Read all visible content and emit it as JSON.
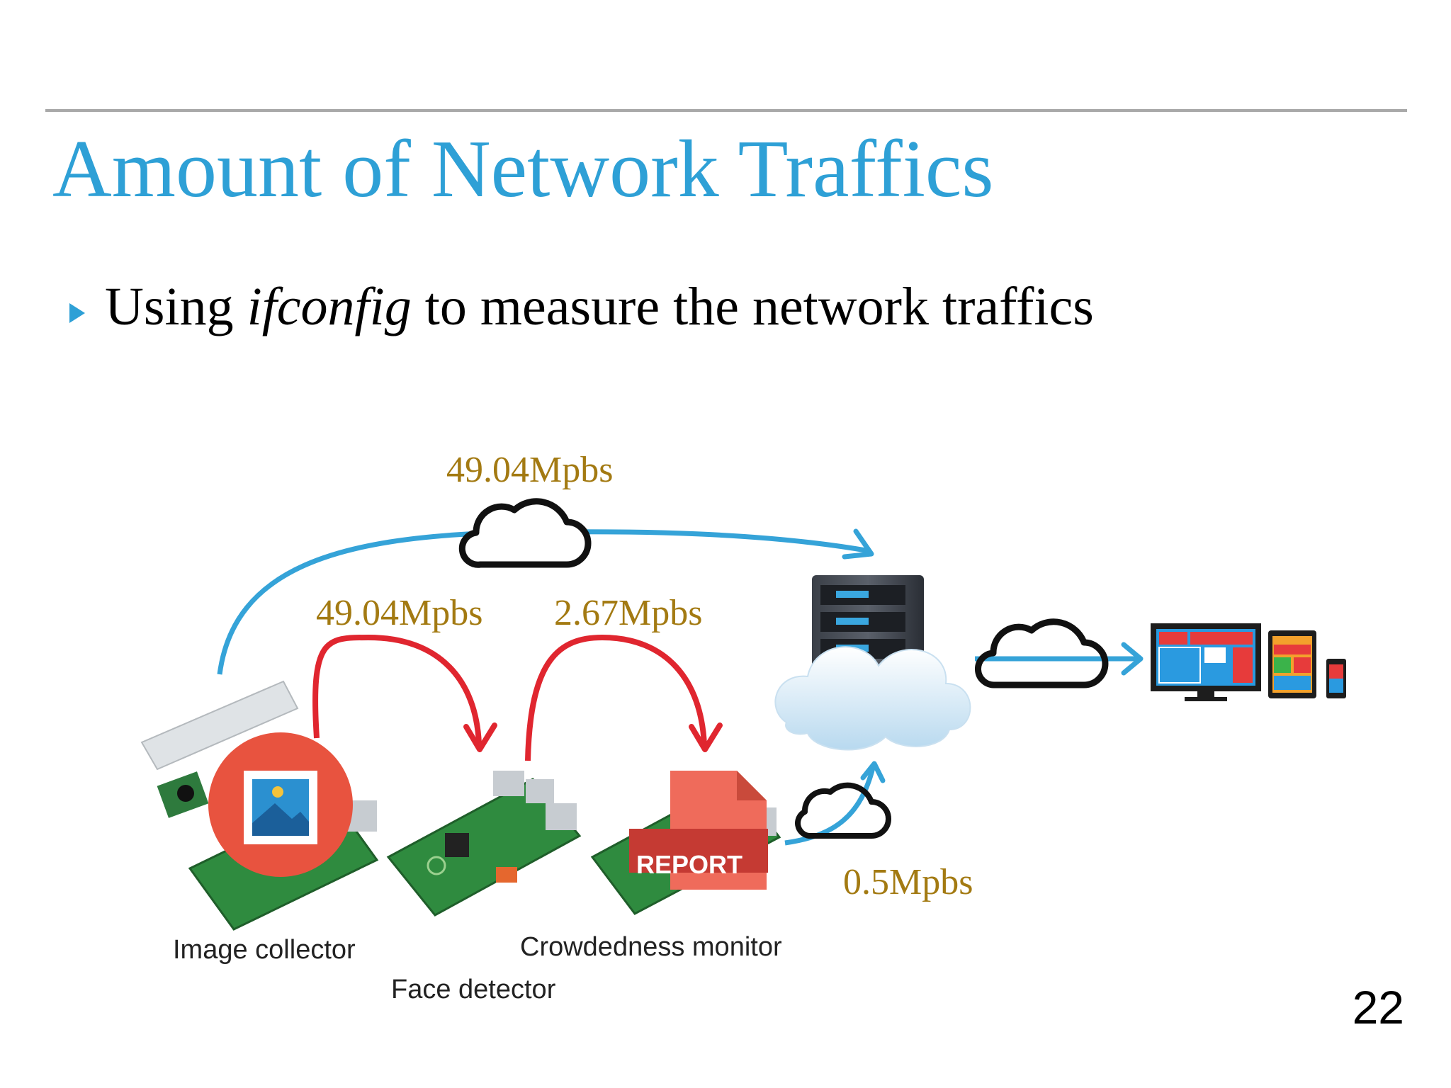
{
  "slide": {
    "title": "Amount of Network Traffics",
    "bullet": {
      "pre": "Using ",
      "em": "ifconfig",
      "post": " to measure the network traffics"
    },
    "page_number": "22"
  },
  "diagram": {
    "rates": {
      "direct_to_server": "49.04Mpbs",
      "collector_to_detector": "49.04Mpbs",
      "detector_to_monitor": "2.67Mpbs",
      "monitor_to_server": "0.5Mpbs"
    },
    "labels": {
      "image_collector": "Image collector",
      "face_detector": "Face detector",
      "crowdedness_monitor": "Crowdedness monitor",
      "report_badge": "REPORT"
    },
    "colors": {
      "title": "#2ea0d6",
      "rate_text": "#a37a12",
      "blue_arrow": "#35a3d8",
      "red_arrow": "#e0262f"
    }
  }
}
